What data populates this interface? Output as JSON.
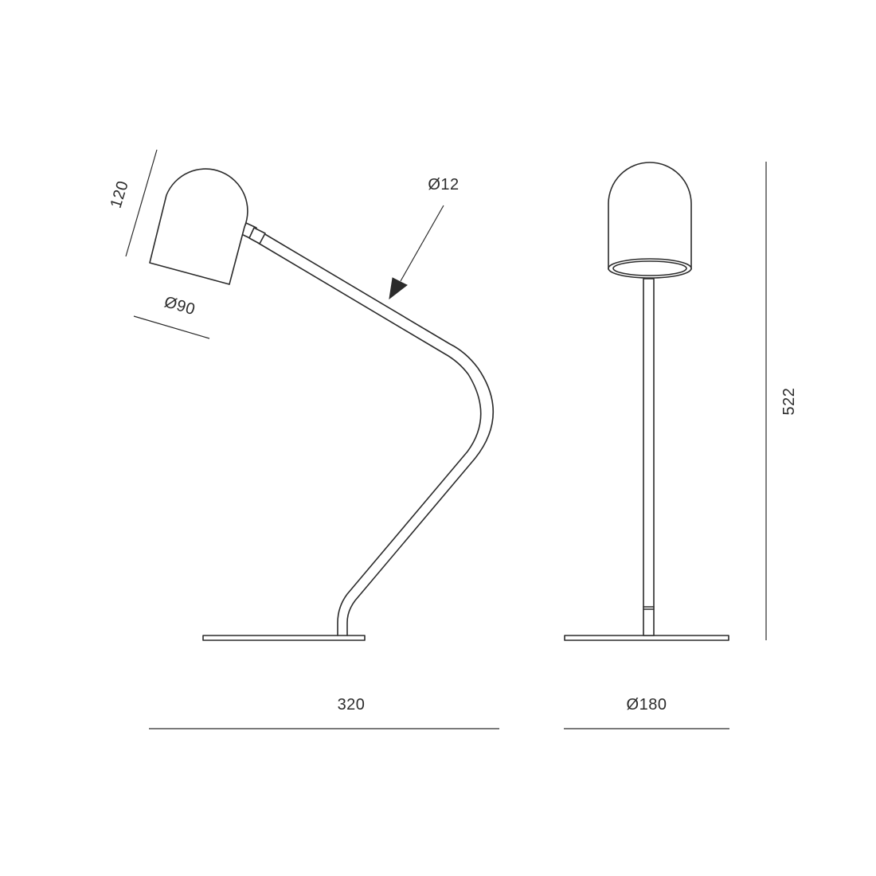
{
  "dimensions": {
    "shade_height": "120",
    "shade_diameter": "Ø90",
    "arm_diameter": "Ø12",
    "total_width": "320",
    "base_diameter": "Ø180",
    "total_height": "522"
  },
  "colors": {
    "line": "#2b2b2b",
    "background": "#ffffff"
  }
}
